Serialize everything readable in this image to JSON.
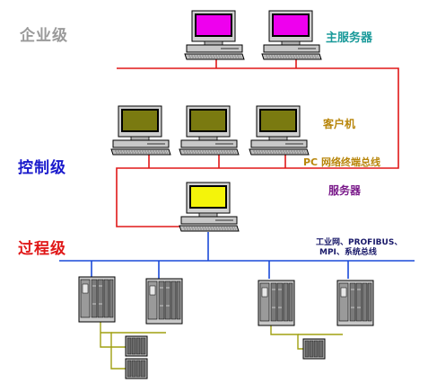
{
  "levels": {
    "enterprise": {
      "label": "企业级",
      "color": "#9a9a9a"
    },
    "control": {
      "label": "控制级",
      "color": "#1a1acc"
    },
    "process": {
      "label": "过程级",
      "color": "#e01818"
    }
  },
  "labels": {
    "main_server": {
      "text": "主服务器",
      "color": "#1a9a9a"
    },
    "client": {
      "text": "客户机",
      "color": "#b8860b"
    },
    "pc_bus": {
      "text": "PC 网络终端总线",
      "color": "#b8860b"
    },
    "server": {
      "text": "服务器",
      "color": "#7a1a8a"
    },
    "fieldbus_line1": {
      "text": "工业网、PROFIBUS、",
      "color": "#1a1a6a"
    },
    "fieldbus_line2": {
      "text": "MPI、系统总线",
      "color": "#1a1a6a"
    }
  },
  "colors": {
    "main_screen": "#ee00ee",
    "client_screen": "#7a7a10",
    "server_screen": "#f4f40a",
    "terminal_bus": "#e01818",
    "field_bus": "#1a4ad8",
    "io_bus": "#a0a010"
  },
  "icons": [
    "computer-icon",
    "plc-rack-icon",
    "io-module-icon"
  ]
}
